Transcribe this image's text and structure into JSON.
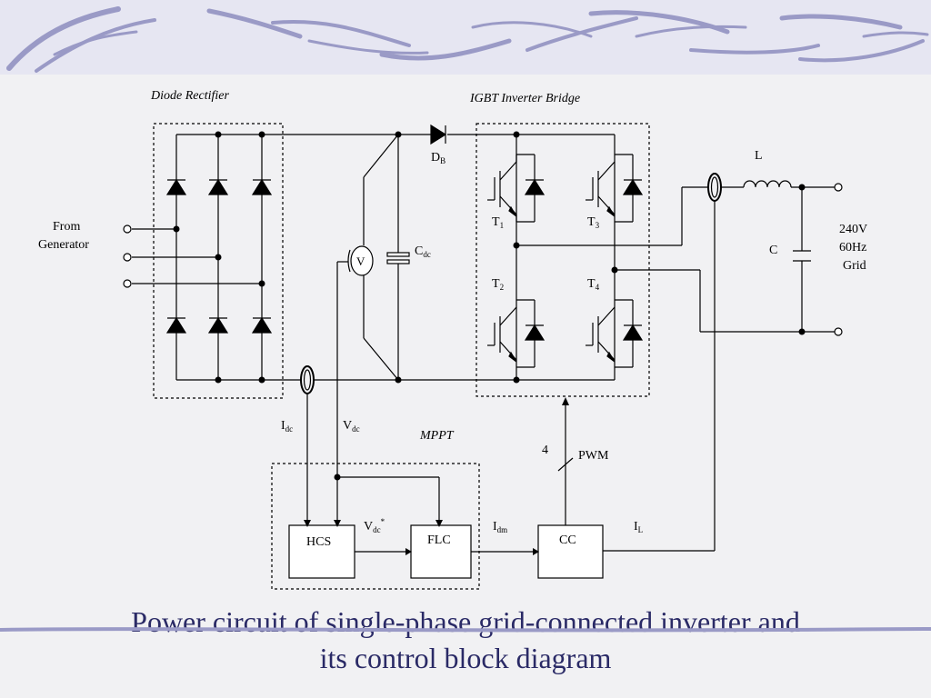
{
  "labels": {
    "diode_rectifier": "Diode Rectifier",
    "igbt_bridge": "IGBT Inverter Bridge",
    "from": "From",
    "generator": "Generator",
    "db_main": "D",
    "db_sub": "B",
    "cdc_main": "C",
    "cdc_sub": "dc",
    "voltmeter": "V",
    "t1_main": "T",
    "t1_sub": "1",
    "t2_main": "T",
    "t2_sub": "2",
    "t3_main": "T",
    "t3_sub": "3",
    "t4_main": "T",
    "t4_sub": "4",
    "inductor": "L",
    "capacitor": "C",
    "grid_voltage": "240V",
    "grid_freq": "60Hz",
    "grid": "Grid",
    "idc_main": "I",
    "idc_sub": "dc",
    "vdc_main": "V",
    "vdc_sub": "dc",
    "mppt": "MPPT",
    "pwm_count": "4",
    "pwm": "PWM",
    "vref_main": "V",
    "vref_sub": "dc",
    "vref_sup": "*",
    "idm_main": "I",
    "idm_sub": "dm",
    "il_main": "I",
    "il_sub": "L",
    "hcs": "HCS",
    "flc": "FLC",
    "cc": "CC"
  },
  "caption": {
    "line1": "Power circuit of single-phase grid-connected inverter and",
    "line2": "its control block diagram"
  },
  "colors": {
    "caption": "#2a2a66",
    "header": "#e6e6f2",
    "stroke": "#000000"
  }
}
